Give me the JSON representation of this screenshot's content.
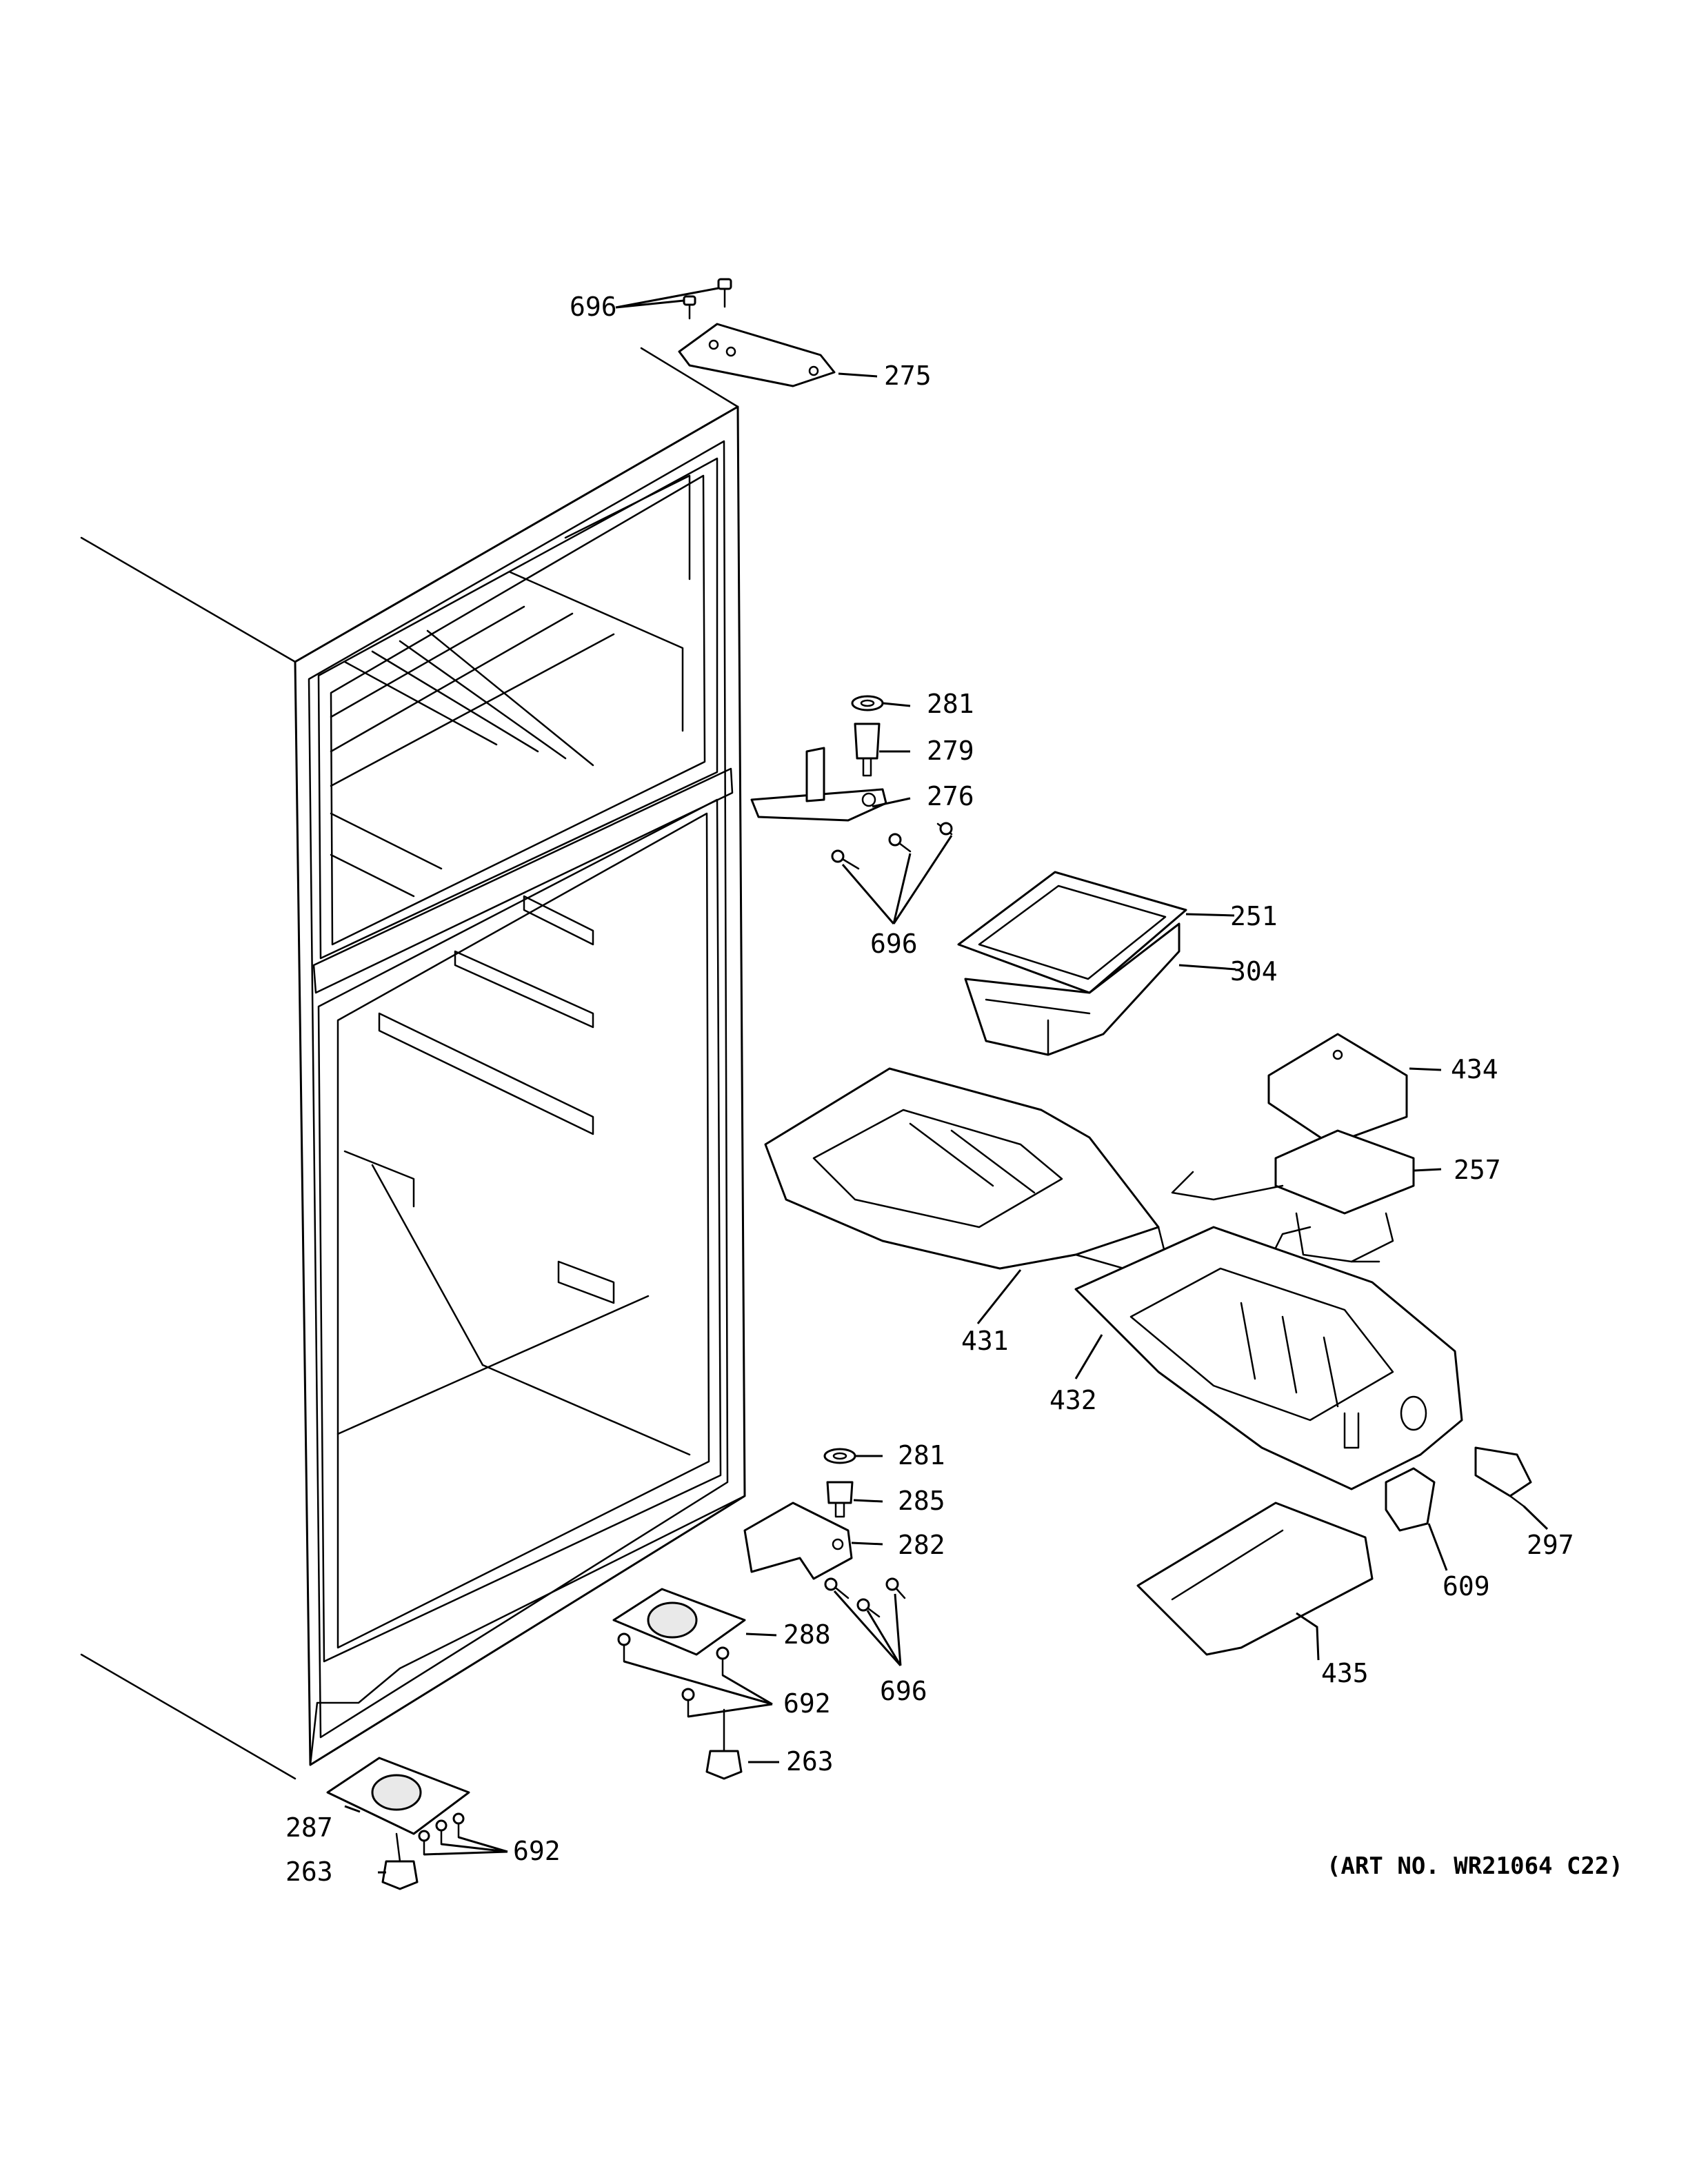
{
  "diagram": {
    "art_number": "(ART NO. WR21064 C22)",
    "callouts": [
      {
        "id": "c696a",
        "text": "696"
      },
      {
        "id": "c275",
        "text": "275"
      },
      {
        "id": "c281a",
        "text": "281"
      },
      {
        "id": "c279",
        "text": "279"
      },
      {
        "id": "c276",
        "text": "276"
      },
      {
        "id": "c696b",
        "text": "696"
      },
      {
        "id": "c251",
        "text": "251"
      },
      {
        "id": "c304",
        "text": "304"
      },
      {
        "id": "c434",
        "text": "434"
      },
      {
        "id": "c257",
        "text": "257"
      },
      {
        "id": "c431",
        "text": "431"
      },
      {
        "id": "c432",
        "text": "432"
      },
      {
        "id": "c281b",
        "text": "281"
      },
      {
        "id": "c285",
        "text": "285"
      },
      {
        "id": "c282",
        "text": "282"
      },
      {
        "id": "c297",
        "text": "297"
      },
      {
        "id": "c609",
        "text": "609"
      },
      {
        "id": "c288",
        "text": "288"
      },
      {
        "id": "c696c",
        "text": "696"
      },
      {
        "id": "c692a",
        "text": "692"
      },
      {
        "id": "c435",
        "text": "435"
      },
      {
        "id": "c263a",
        "text": "263"
      },
      {
        "id": "c287",
        "text": "287"
      },
      {
        "id": "c692b",
        "text": "692"
      },
      {
        "id": "c263b",
        "text": "263"
      }
    ]
  }
}
